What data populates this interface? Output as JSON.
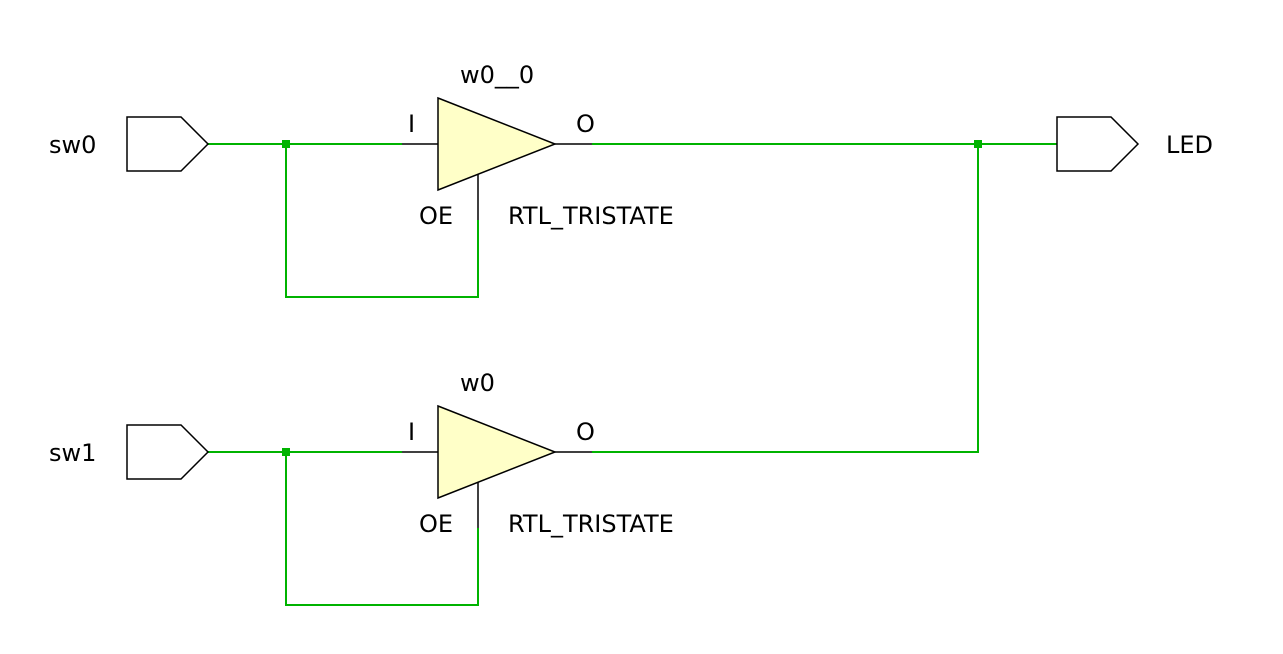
{
  "diagram": {
    "colors": {
      "wire": "#00b300",
      "junction": "#00b300",
      "buffer_fill": "#ffffc8",
      "port_fill": "#ffffff",
      "outline": "#000000"
    },
    "ports": {
      "in0": "sw0",
      "in1": "sw1",
      "out": "LED"
    },
    "cells": [
      {
        "instance": "w0__0",
        "type": "RTL_TRISTATE",
        "pin_in": "I",
        "pin_out": "O",
        "pin_oe": "OE"
      },
      {
        "instance": "w0",
        "type": "RTL_TRISTATE",
        "pin_in": "I",
        "pin_out": "O",
        "pin_oe": "OE"
      }
    ]
  }
}
